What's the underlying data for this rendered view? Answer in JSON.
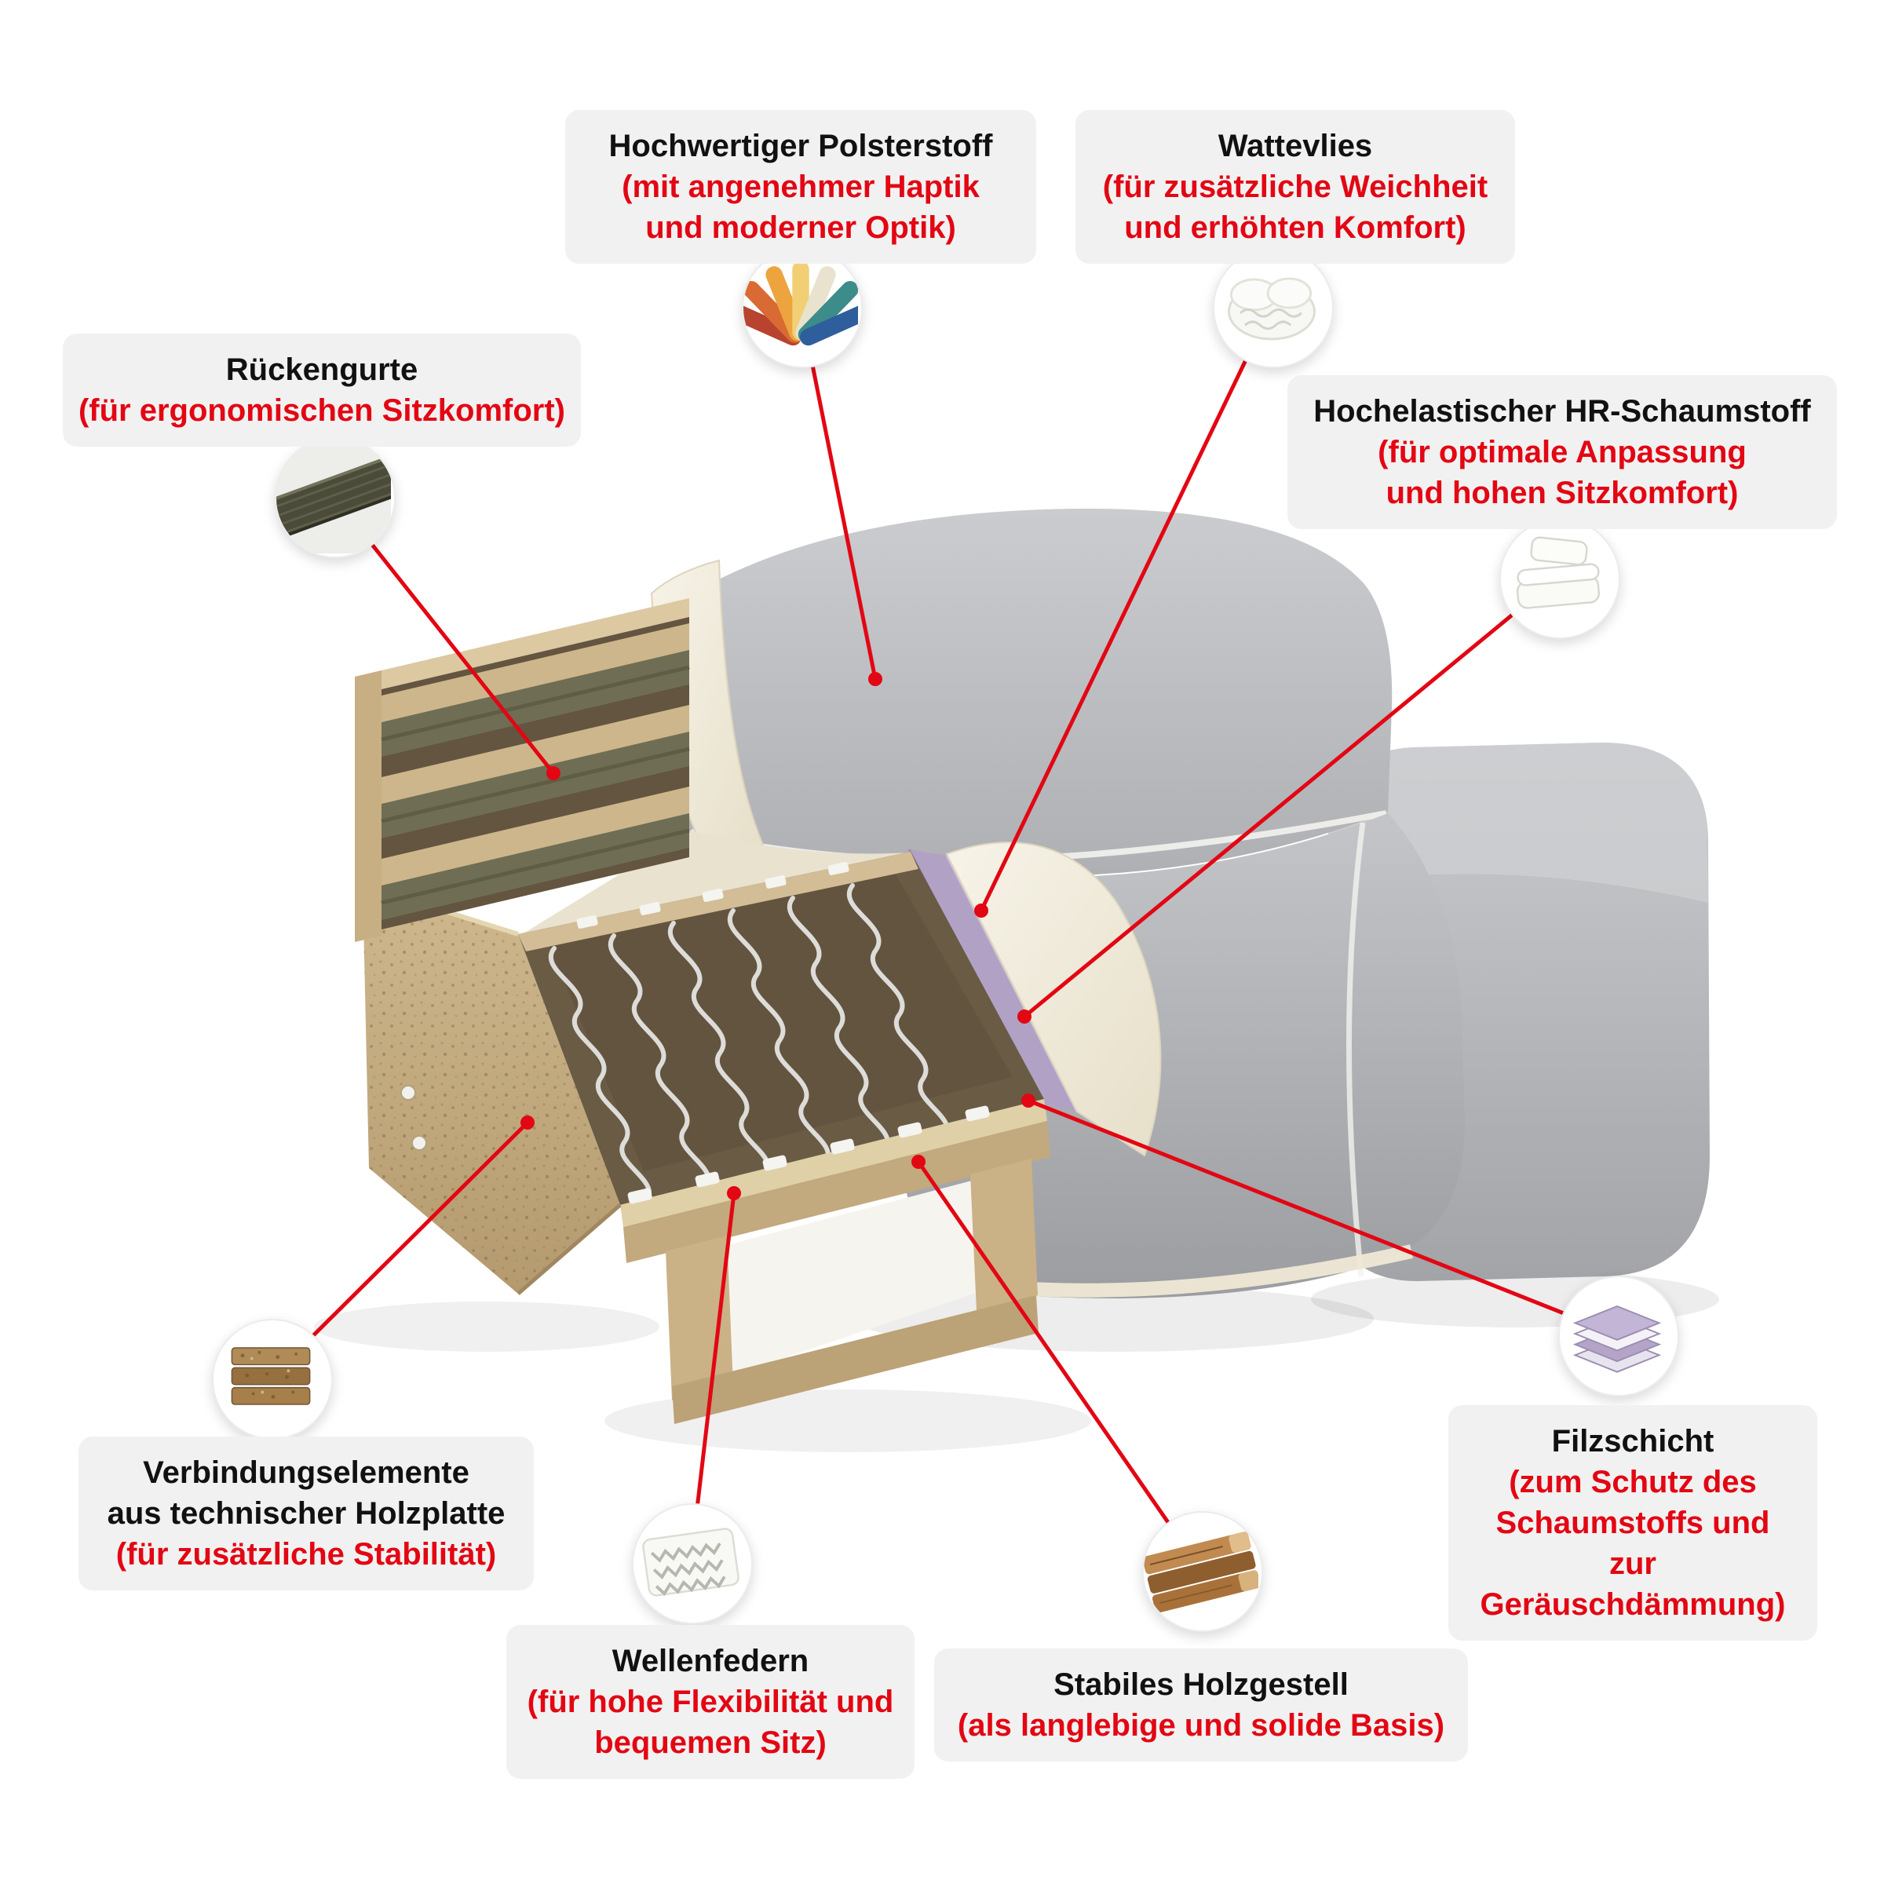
{
  "colors": {
    "accent_red": "#e30613",
    "label_background": "#f1f1f1",
    "label_text": "#111111",
    "fabric_gray": "#b7b9bd",
    "foam_cream": "#f3eee1",
    "felt_purple": "#b1a2c5",
    "wood_beige": "#c9b48c",
    "strap_olive": "#6f6e54",
    "spring_silver": "#e4e4e2"
  },
  "callouts": {
    "polsterstoff": {
      "icon": "fabric-swatch-fan-icon",
      "title": "Hochwertiger Polsterstoff",
      "sub1": "(mit angenehmer Haptik",
      "sub2": "und moderner Optik)"
    },
    "wattevlies": {
      "icon": "wadding-fleece-icon",
      "title": "Wattevlies",
      "sub1": "(für zusätzliche Weichheit",
      "sub2": "und erhöhten Komfort)"
    },
    "rueckengurte": {
      "icon": "webbing-strap-icon",
      "title": "Rückengurte",
      "sub1": "(für ergonomischen Sitzkomfort)"
    },
    "schaumstoff": {
      "icon": "foam-blocks-icon",
      "title": "Hochelastischer HR-Schaumstoff",
      "sub1": "(für optimale Anpassung",
      "sub2": "und hohen Sitzkomfort)"
    },
    "verbindungselemente": {
      "icon": "chipboard-icon",
      "title": "Verbindungselemente",
      "title2": "aus technischer Holzplatte",
      "sub1": "(für zusätzliche Stabilität)"
    },
    "wellenfedern": {
      "icon": "sinuous-springs-icon",
      "title": "Wellenfedern",
      "sub1": "(für hohe Flexibilität und",
      "sub2": "bequemen Sitz)"
    },
    "holzgestell": {
      "icon": "wood-planks-icon",
      "title": "Stabiles Holzgestell",
      "sub1": "(als langlebige und solide Basis)"
    },
    "filzschicht": {
      "icon": "felt-layers-icon",
      "title": "Filzschicht",
      "sub1": "(zum Schutz des",
      "sub2": "Schaumstoffs und",
      "sub3": "zur Geräuschdämmung)"
    }
  }
}
